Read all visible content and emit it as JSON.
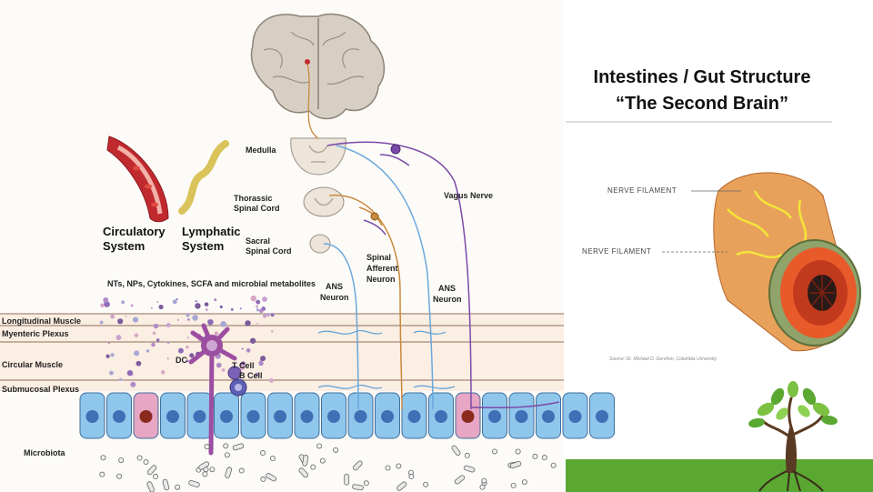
{
  "title": {
    "line1": "Intestines / Gut Structure",
    "line2": "“The Second Brain”"
  },
  "labels": {
    "medulla": "Medulla",
    "thoracic_1": "Thorassic",
    "thoracic_2": "Spinal Cord",
    "sacral_1": "Sacral",
    "sacral_2": "Spinal Cord",
    "vagus": "Vagus Nerve",
    "spinal_afferent_1": "Spinal",
    "spinal_afferent_2": "Afferent",
    "spinal_afferent_3": "Neuron",
    "ans_left_1": "ANS",
    "ans_left_2": "Neuron",
    "ans_right_1": "ANS",
    "ans_right_2": "Neuron",
    "circulatory_1": "Circulatory",
    "circulatory_2": "System",
    "lymphatic_1": "Lymphatic",
    "lymphatic_2": "System",
    "metabolites": "NTs, NPs, Cytokines, SCFA and microbial metabolites",
    "dc": "DC",
    "t_cell": "T Cell",
    "b_cell": "B Cell"
  },
  "layers": [
    "Longitudinal Muscle",
    "Myenteric Plexus",
    "Circular Muscle",
    "Submucosal Plexus",
    "Microbiota"
  ],
  "inset": {
    "filament_1": "NERVE FILAMENT",
    "filament_2": "NERVE FILAMENT",
    "source": "Source: Dr. Michael D. Gershon, Columbia University"
  },
  "colors": {
    "tissue": "#fbeee2",
    "epithelium": "#8fc6ec",
    "nucleus": "#3f6fb5",
    "vagus": "#7b4aa8",
    "ans": "#6aa8dc",
    "afferent": "#c88a3c",
    "dc": "#9c4ea1",
    "green_bar": "#5aa832",
    "vessel": "#c0292e",
    "lymph": "#d9c35a"
  }
}
